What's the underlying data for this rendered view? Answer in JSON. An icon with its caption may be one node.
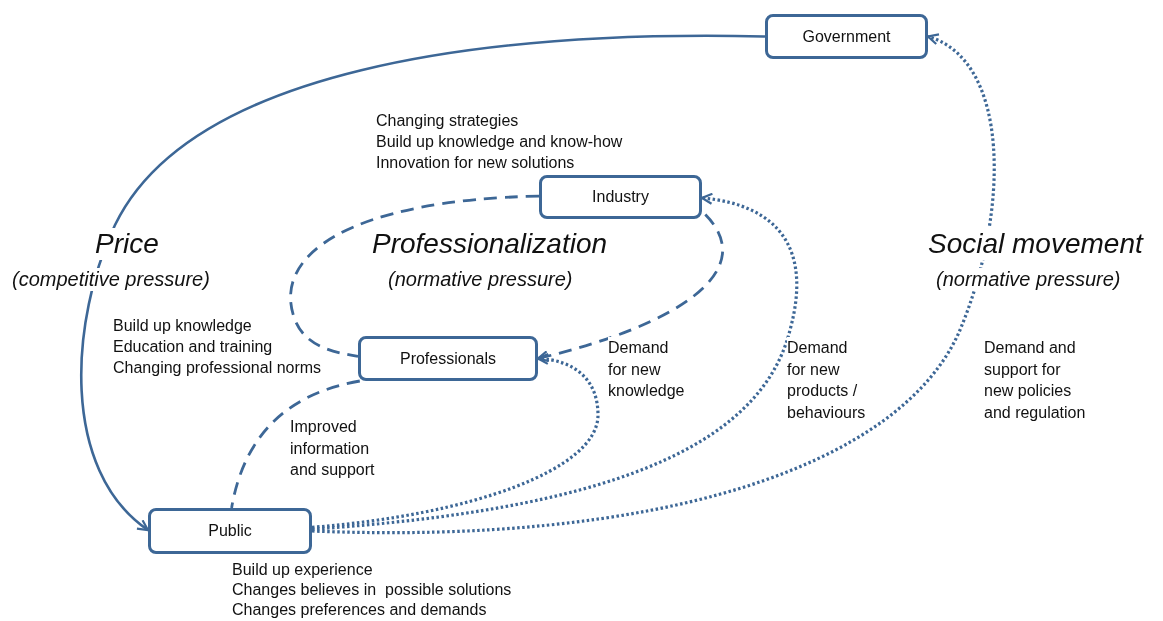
{
  "diagram": {
    "nodes": [
      {
        "text": [
          "Government"
        ]
      },
      {
        "text": [
          "Industry"
        ],
        "beside": [
          "Changing strategies",
          "Build up knowledge and know-how",
          "Innovation for new solutions"
        ]
      },
      {
        "text": [
          "Professionals"
        ],
        "beside": [
          "Build up knowledge",
          "Education and training",
          "Changing professional norms"
        ]
      },
      {
        "text": [
          "Public"
        ],
        "beside": [
          "Build up experience",
          "Changes believes in  possible solutions",
          "Changes preferences and demands"
        ]
      }
    ],
    "edges": [
      {
        "from": 0,
        "to": 3,
        "arrow": "to"
      },
      {
        "from": 3,
        "to": 2,
        "arrow": "to",
        "label": "Demand for new knowledge",
        "style": "dashed"
      },
      {
        "from": 3,
        "to": 1,
        "arrow": "to",
        "label": "Demand for new products / behaviours",
        "style": "dashed"
      },
      {
        "from": 3,
        "to": 0,
        "arrow": "to",
        "label": "Demand and support for new policies and regulation",
        "style": "dashed"
      },
      {
        "from": 1,
        "to": 2,
        "arrow": "none",
        "style": "dashed"
      },
      {
        "from": 1,
        "to": 2,
        "arrow": "to",
        "style": "dashed"
      },
      {
        "from": 2,
        "to": 3,
        "arrow": "none",
        "label": "Improved information and support",
        "style": "dashed"
      }
    ],
    "labels": [
      "Price",
      "(competitive pressure)",
      "Professionalization",
      "(normative pressure)",
      "Social movement",
      "(normative pressure)"
    ]
  }
}
